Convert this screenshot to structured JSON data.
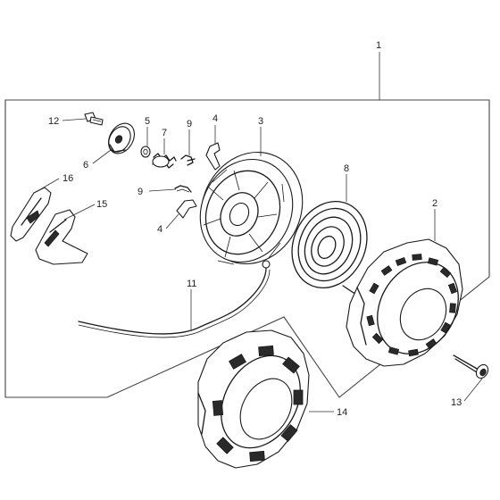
{
  "callouts": [
    {
      "id": "c1",
      "label": "1"
    },
    {
      "id": "c2",
      "label": "2"
    },
    {
      "id": "c3",
      "label": "3"
    },
    {
      "id": "c4a",
      "label": "4"
    },
    {
      "id": "c4b",
      "label": "4"
    },
    {
      "id": "c5",
      "label": "5"
    },
    {
      "id": "c6",
      "label": "6"
    },
    {
      "id": "c7",
      "label": "7"
    },
    {
      "id": "c8",
      "label": "8"
    },
    {
      "id": "c9a",
      "label": "9"
    },
    {
      "id": "c9b",
      "label": "9"
    },
    {
      "id": "c11",
      "label": "11"
    },
    {
      "id": "c12",
      "label": "12"
    },
    {
      "id": "c13",
      "label": "13"
    },
    {
      "id": "c14",
      "label": "14"
    },
    {
      "id": "c15",
      "label": "15"
    },
    {
      "id": "c16",
      "label": "16"
    }
  ]
}
